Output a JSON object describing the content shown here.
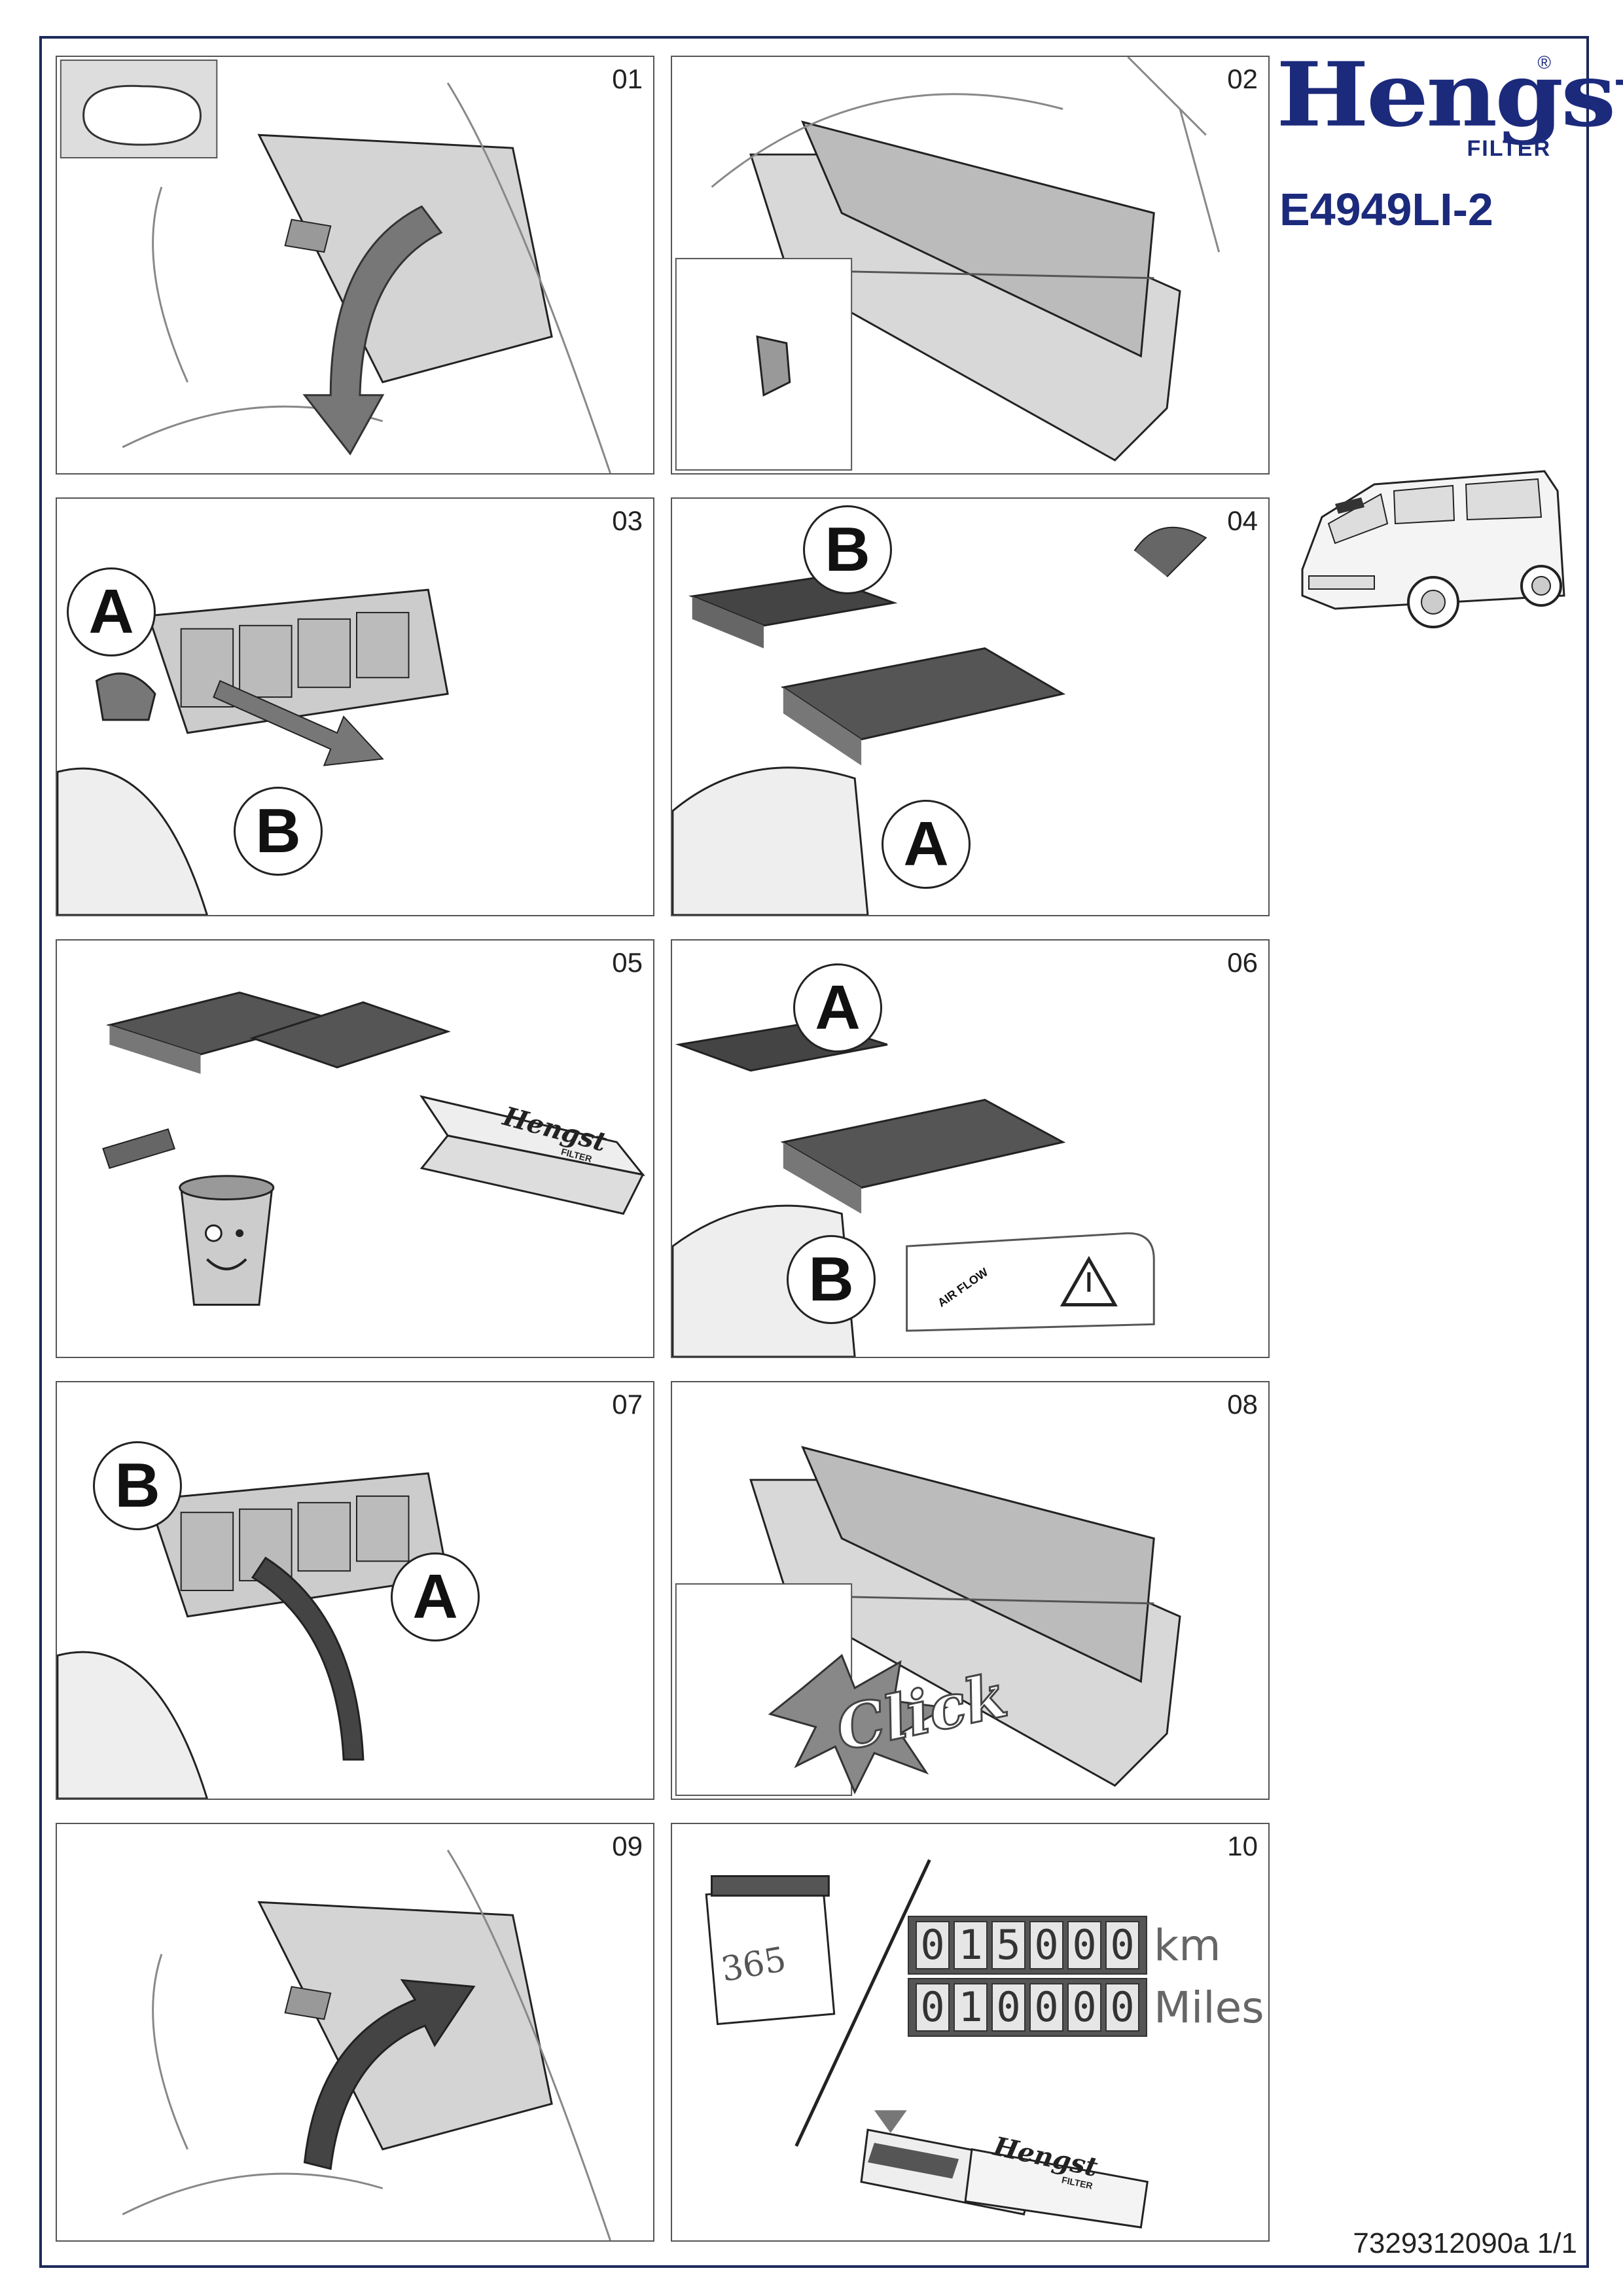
{
  "brand": {
    "name": "Hengst",
    "sub": "FILTER",
    "reg": "®"
  },
  "part_number": "E4949LI-2",
  "footer": "7329312090a 1/1",
  "panels": [
    {
      "num": "01"
    },
    {
      "num": "02"
    },
    {
      "num": "03",
      "labels": [
        "A",
        "B"
      ]
    },
    {
      "num": "04",
      "labels": [
        "B",
        "A"
      ]
    },
    {
      "num": "05"
    },
    {
      "num": "06",
      "labels": [
        "A",
        "B"
      ]
    },
    {
      "num": "07",
      "labels": [
        "B",
        "A"
      ]
    },
    {
      "num": "08",
      "click": "Click"
    },
    {
      "num": "09"
    },
    {
      "num": "10",
      "calendar": "365",
      "km_digits": [
        "0",
        "1",
        "5",
        "0",
        "0",
        "0"
      ],
      "km_unit": "km",
      "mi_digits": [
        "0",
        "1",
        "0",
        "0",
        "0",
        "0"
      ],
      "mi_unit": "Miles"
    }
  ],
  "box": {
    "brand": "Hengst",
    "sub": "FILTER"
  },
  "airflow_text": "AIR FLOW"
}
